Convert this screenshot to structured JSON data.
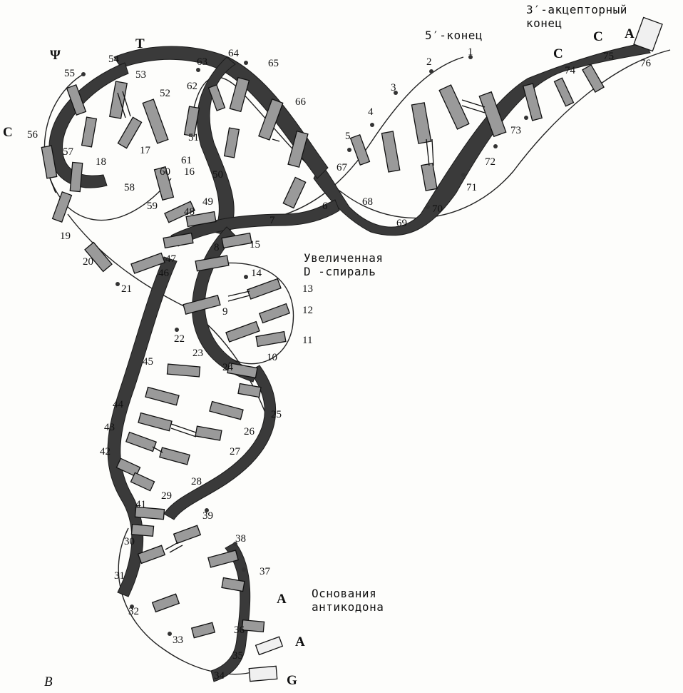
{
  "figure": {
    "panel_label": "B",
    "captions": {
      "acceptor_end": "3′-акцепторный\nконец",
      "five_prime_end": "5′-конец",
      "enlarged_d_helix": "Увеличенная\nD -спираль",
      "anticodon_bases": "Основания\nантикодона"
    },
    "base_letters": {
      "psi": "Ψ",
      "t": "T",
      "c_loop": "C",
      "c74": "C",
      "c75": "C",
      "a76": "A",
      "anticodon_a1": "A",
      "anticodon_a2": "A",
      "anticodon_g": "G"
    },
    "nucleotide_numbers": {
      "n1": "1",
      "n2": "2",
      "n3": "3",
      "n4": "4",
      "n5": "5",
      "n6": "6",
      "n7": "7",
      "n8": "8",
      "n9": "9",
      "n10": "10",
      "n11": "11",
      "n12": "12",
      "n13": "13",
      "n14": "14",
      "n15": "15",
      "n16": "16",
      "n17": "17",
      "n18": "18",
      "n19": "19",
      "n20": "20",
      "n21": "21",
      "n22": "22",
      "n23": "23",
      "n24": "24",
      "n25": "25",
      "n26": "26",
      "n27": "27",
      "n28": "28",
      "n29": "29",
      "n30": "30",
      "n31": "31",
      "n32": "32",
      "n33": "33",
      "n34": "34",
      "n35": "35",
      "n36": "36",
      "n37": "37",
      "n38": "38",
      "n39": "39",
      "n41": "41",
      "n42": "42",
      "n43": "43",
      "n44": "44",
      "n45": "45",
      "n46": "46",
      "n47": "47",
      "n48": "48",
      "n49": "49",
      "n50": "50",
      "n51": "51",
      "n52": "52",
      "n53": "53",
      "n54": "54",
      "n55": "55",
      "n56": "56",
      "n57": "57",
      "n58": "58",
      "n59": "59",
      "n60": "60",
      "n61": "61",
      "n62": "62",
      "n63": "63",
      "n64": "64",
      "n65": "65",
      "n66": "66",
      "n67": "67",
      "n68": "68",
      "n69": "69",
      "n70": "70",
      "n71": "71",
      "n72": "72",
      "n73": "73",
      "n74": "74",
      "n75": "75",
      "n76": "76"
    }
  },
  "colors": {
    "ribbon": "#3a3a3a",
    "backbone_thin": "#222222",
    "base_fill": "#9a9a9a",
    "base_light": "#f0f0f0"
  }
}
